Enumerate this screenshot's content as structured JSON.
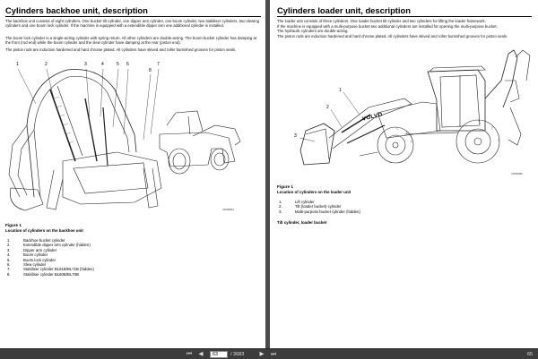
{
  "left_page": {
    "title": "Cylinders backhoe unit, description",
    "para1": "The backhoe unit consists of eight cylinders. One bucket tilt cylinder, one dipper arm cylinder, one boom cylinder, two stabiliser cylinders, two slewing cylinders and one boom lock cylinder. If the machine is equipped with a extendible dipper arm one additional cylinder is installed.",
    "para2": "The boom lock cylinder is a single-acting cylinder with spring return. All other cylinders are double-acting. The boom bucket cylinder has damping at the front (rod end) while the boom cylinder and the slew cylinder have damping at the rear (piston end).",
    "para3": "The piston rods are induction hardened and hard chrome plated. All cylinders have skived and roller burnished grooves for piston seals.",
    "callouts": [
      "1",
      "2",
      "3",
      "4",
      "5",
      "6",
      "7",
      "8"
    ],
    "fig_code": "V1063064",
    "figure_label": "Figure 1",
    "figure_caption": "Location of cylinders on the backhoe unit",
    "items": [
      {
        "num": "1.",
        "text": "Backhoe bucket cylinder"
      },
      {
        "num": "2.",
        "text": "Extendible dipper arm cylinder (hidden)"
      },
      {
        "num": "3.",
        "text": "Dipper arm cylinder"
      },
      {
        "num": "4.",
        "text": "Boom cylinder"
      },
      {
        "num": "5.",
        "text": "Boom lock cylinder"
      },
      {
        "num": "6.",
        "text": "Slew cylinder"
      },
      {
        "num": "7.",
        "text": "Stabiliser cylinder BL61B/BL71B (hidden)"
      },
      {
        "num": "8.",
        "text": "Stabiliser cylinder BL60B/BL70B"
      }
    ]
  },
  "right_page": {
    "title": "Cylinders loader unit, description",
    "para1": "The loader unit consists of three cylinders. One loader bucket tilt cylinder and two cylinders for lifting the loader framework.",
    "para1b": "If the machine is equipped with a multi-purpose bucket two additional cylinders are installed for opening the multi-purpose bucket.",
    "para2": "The hydraulic cylinders are double-acting.",
    "para2b": "The piston rods are induction hardened and hard chrome plated. All cylinders have skived and roller burnished grooves for piston seals.",
    "callouts": [
      "1",
      "2",
      "3"
    ],
    "brand": "VOLVO",
    "fig_code": "V1063065",
    "figure_label": "Figure 1",
    "figure_caption": "Location of cylinders on the loader unit",
    "items": [
      {
        "num": "1.",
        "text": "Lift cylinder"
      },
      {
        "num": "2.",
        "text": "Tilt (loader bucket) cylinder"
      },
      {
        "num": "3.",
        "text": "Multi-purpose bucket cylinder (hidden)"
      }
    ],
    "subheading": "Tilt cylinder, loader bucket"
  },
  "viewer": {
    "current_page": "63",
    "total_pages": "/ 3683",
    "zoom": "65"
  }
}
